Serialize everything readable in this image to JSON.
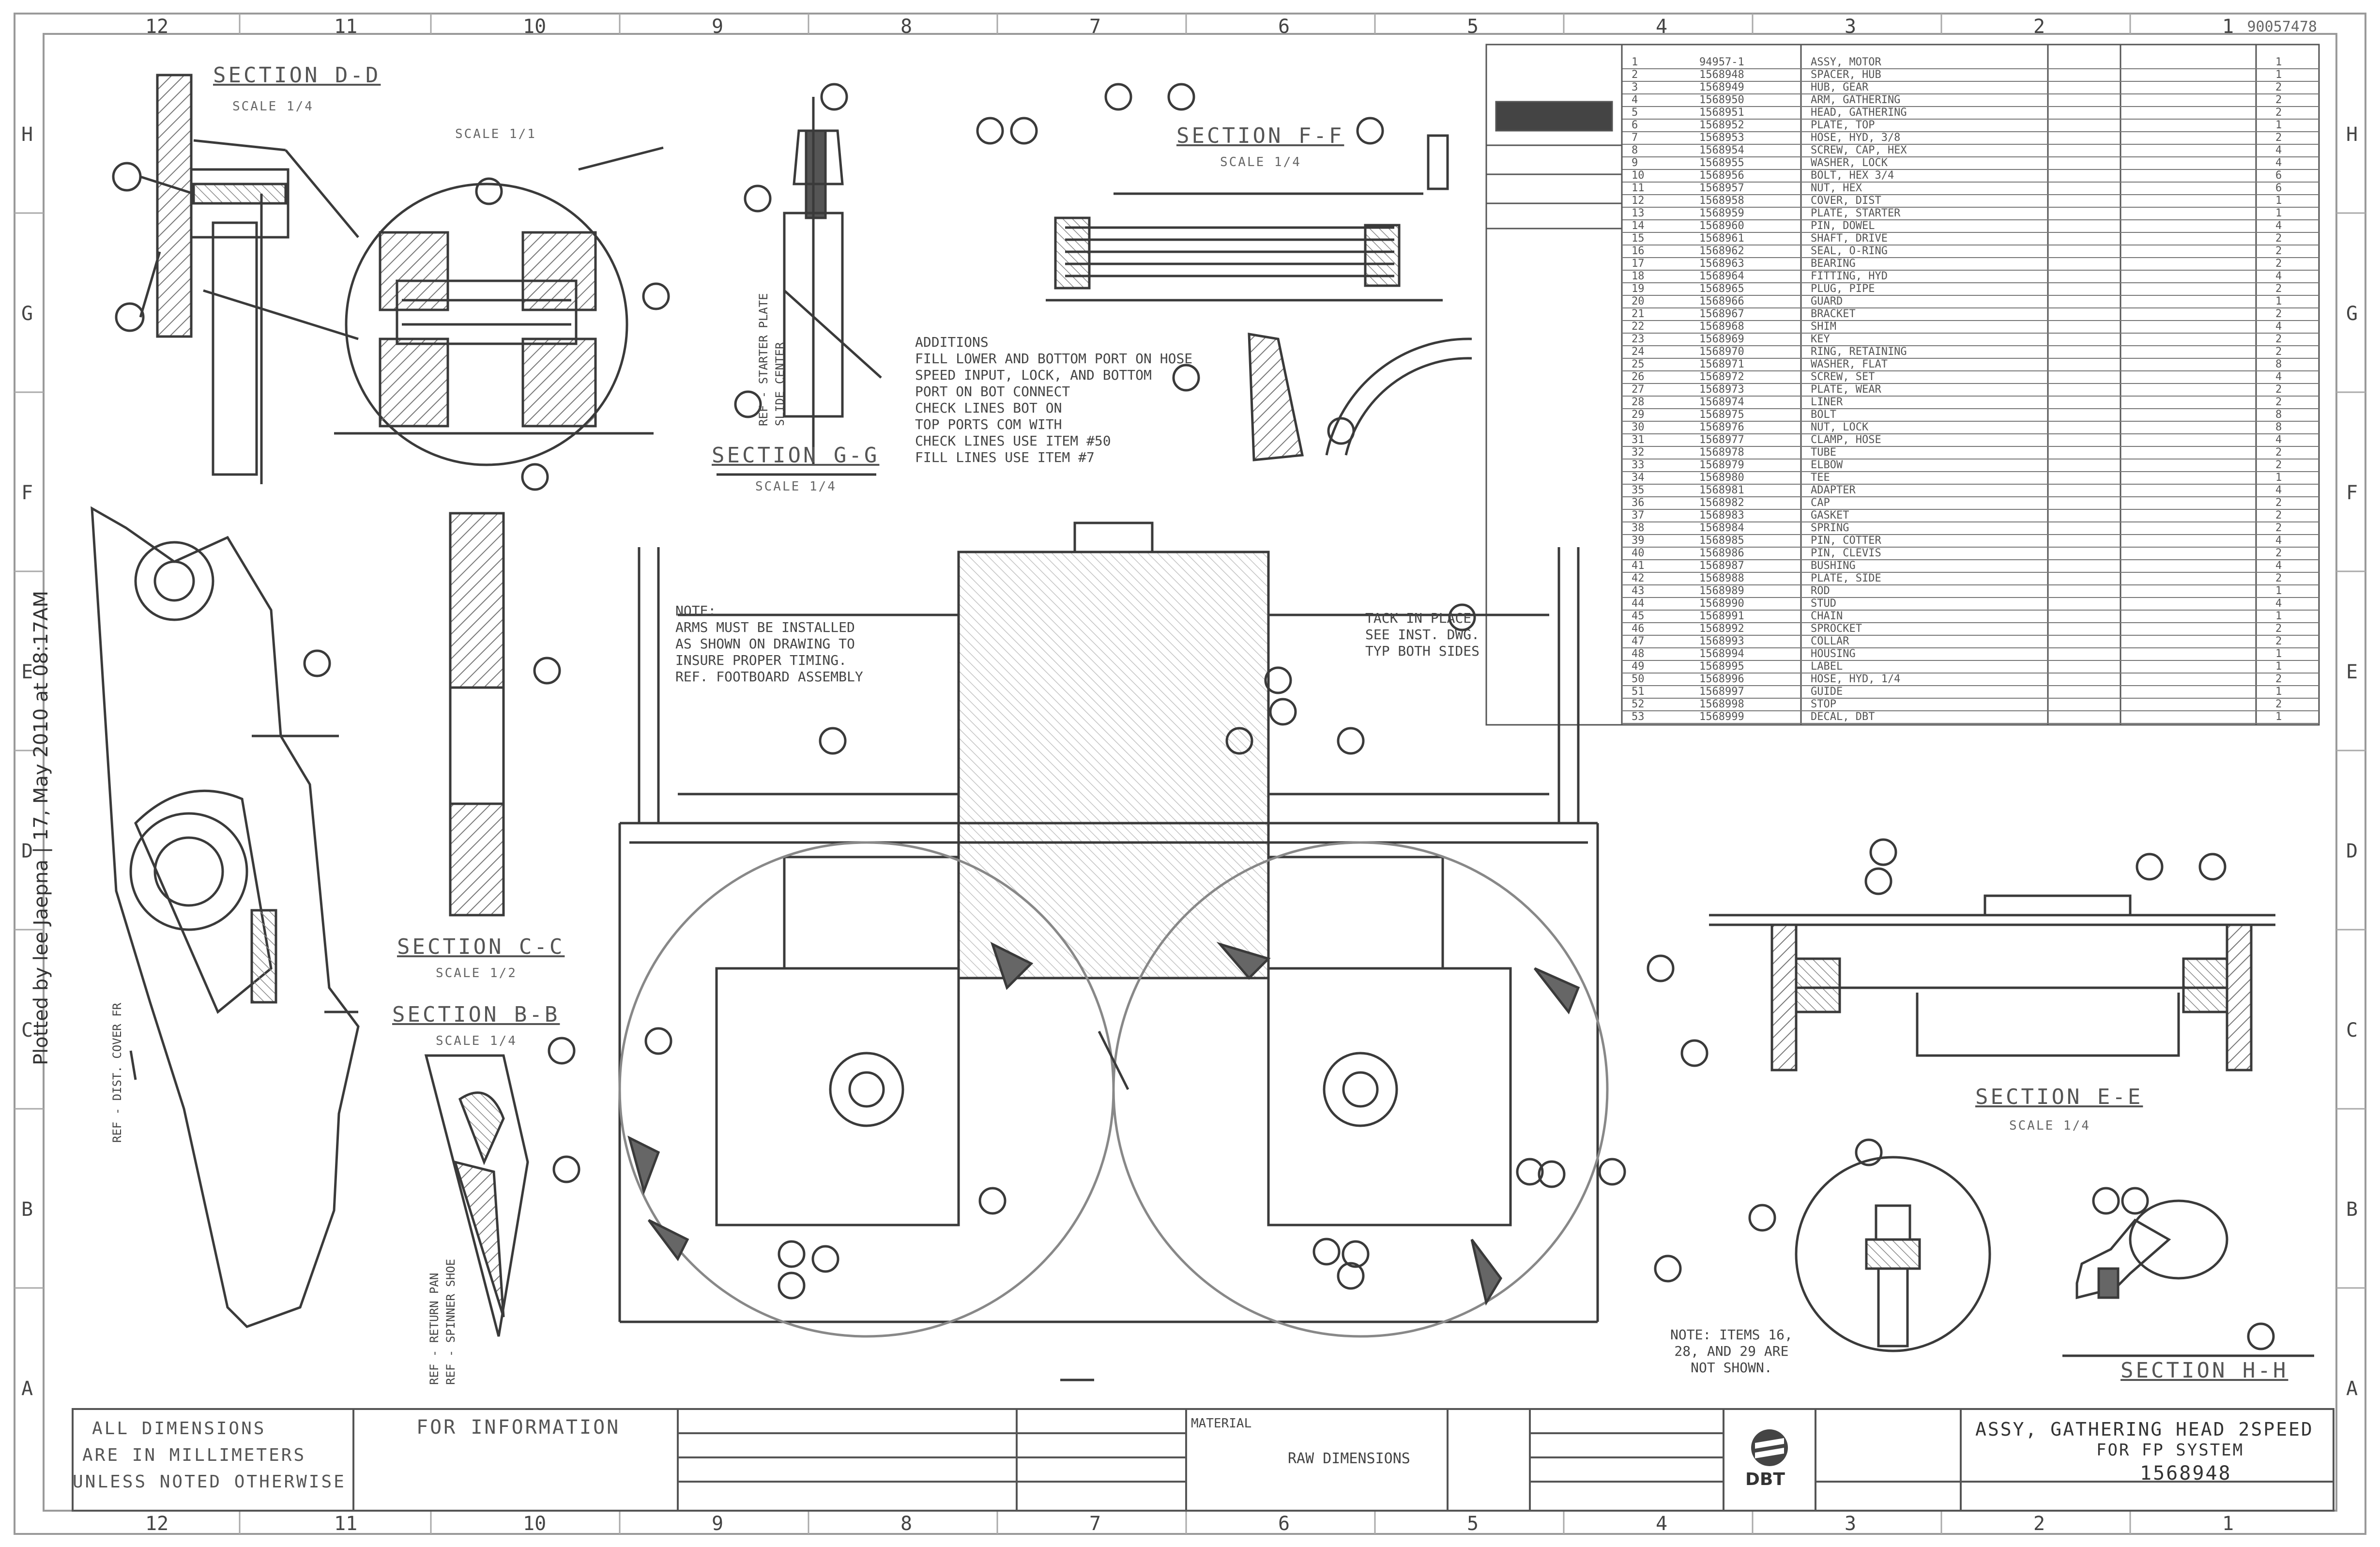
{
  "sheet": {
    "drawing_number": "90057478",
    "plotted_by": "Plotted by lee Jaepna | 17, May 2010 at 08:17AM",
    "columns": [
      "12",
      "11",
      "10",
      "9",
      "8",
      "7",
      "6",
      "5",
      "4",
      "3",
      "2",
      "1"
    ],
    "rows": [
      "H",
      "G",
      "F",
      "E",
      "D",
      "C",
      "B",
      "A"
    ]
  },
  "sections": [
    {
      "title": "SECTION D-D",
      "scale": "SCALE 1/4"
    },
    {
      "title": "SECTION G-G",
      "scale": "SCALE 1/4"
    },
    {
      "title": "SECTION F-F",
      "scale": "SCALE 1/4"
    },
    {
      "title": "SECTION C-C",
      "scale": "SCALE 1/2"
    },
    {
      "title": "SECTION B-B",
      "scale": "SCALE 1/4"
    },
    {
      "title": "SECTION E-E",
      "scale": "SCALE 1/4"
    },
    {
      "title": "SECTION H-H",
      "scale": ""
    }
  ],
  "detail_scale": "SCALE 1/1",
  "notes": {
    "section_f": "ADDITIONS\nFILL LOWER AND BOTTOM PORT ON HOSE\nSPEED INPUT, LOCK, AND BOTTOM\nPORT ON BOT CONNECT\nCHECK LINES BOT ON\nTOP PORTS COM WITH\nCHECK LINES USE ITEM #50\nFILL LINES USE ITEM #7",
    "arms": "NOTE:\nARMS MUST BE INSTALLED\nAS SHOWN ON DRAWING TO\nINSURE PROPER TIMING.\nREF. FOOTBOARD ASSEMBLY",
    "tack": "TACK IN PLACE\nSEE INST. DWG.\nTYP BOTH SIDES",
    "item_note": "NOTE: ITEMS 16,\n28, AND 29 ARE\nNOT SHOWN.",
    "ref_cover": "REF - DIST. COVER FR",
    "ref_plate": "REF - STARTER PLATE\nSLIDE CENTER",
    "ref_pan": "REF - RETURN PAN\nREF - SPINNER SHOE"
  },
  "bom_rows": [
    [
      "1",
      "94957-1",
      "ASSY, MOTOR",
      "",
      "1"
    ],
    [
      "2",
      "1568948",
      "SPACER, HUB",
      "",
      "1"
    ],
    [
      "3",
      "1568949",
      "HUB, GEAR",
      "",
      "2"
    ],
    [
      "4",
      "1568950",
      "ARM, GATHERING",
      "",
      "2"
    ],
    [
      "5",
      "1568951",
      "HEAD, GATHERING",
      "",
      "2"
    ],
    [
      "6",
      "1568952",
      "PLATE, TOP",
      "",
      "1"
    ],
    [
      "7",
      "1568953",
      "HOSE, HYD, 3/8",
      "",
      "2"
    ],
    [
      "8",
      "1568954",
      "SCREW, CAP, HEX",
      "",
      "4"
    ],
    [
      "9",
      "1568955",
      "WASHER, LOCK",
      "",
      "4"
    ],
    [
      "10",
      "1568956",
      "BOLT, HEX 3/4",
      "",
      "6"
    ],
    [
      "11",
      "1568957",
      "NUT, HEX",
      "",
      "6"
    ],
    [
      "12",
      "1568958",
      "COVER, DIST",
      "",
      "1"
    ],
    [
      "13",
      "1568959",
      "PLATE, STARTER",
      "",
      "1"
    ],
    [
      "14",
      "1568960",
      "PIN, DOWEL",
      "",
      "4"
    ],
    [
      "15",
      "1568961",
      "SHAFT, DRIVE",
      "",
      "2"
    ],
    [
      "16",
      "1568962",
      "SEAL, O-RING",
      "",
      "2"
    ],
    [
      "17",
      "1568963",
      "BEARING",
      "",
      "2"
    ],
    [
      "18",
      "1568964",
      "FITTING, HYD",
      "",
      "4"
    ],
    [
      "19",
      "1568965",
      "PLUG, PIPE",
      "",
      "2"
    ],
    [
      "20",
      "1568966",
      "GUARD",
      "",
      "1"
    ],
    [
      "21",
      "1568967",
      "BRACKET",
      "",
      "2"
    ],
    [
      "22",
      "1568968",
      "SHIM",
      "",
      "4"
    ],
    [
      "23",
      "1568969",
      "KEY",
      "",
      "2"
    ],
    [
      "24",
      "1568970",
      "RING, RETAINING",
      "",
      "2"
    ],
    [
      "25",
      "1568971",
      "WASHER, FLAT",
      "",
      "8"
    ],
    [
      "26",
      "1568972",
      "SCREW, SET",
      "",
      "4"
    ],
    [
      "27",
      "1568973",
      "PLATE, WEAR",
      "",
      "2"
    ],
    [
      "28",
      "1568974",
      "LINER",
      "",
      "2"
    ],
    [
      "29",
      "1568975",
      "BOLT",
      "",
      "8"
    ],
    [
      "30",
      "1568976",
      "NUT, LOCK",
      "",
      "8"
    ],
    [
      "31",
      "1568977",
      "CLAMP, HOSE",
      "",
      "4"
    ],
    [
      "32",
      "1568978",
      "TUBE",
      "",
      "2"
    ],
    [
      "33",
      "1568979",
      "ELBOW",
      "",
      "2"
    ],
    [
      "34",
      "1568980",
      "TEE",
      "",
      "1"
    ],
    [
      "35",
      "1568981",
      "ADAPTER",
      "",
      "4"
    ],
    [
      "36",
      "1568982",
      "CAP",
      "",
      "2"
    ],
    [
      "37",
      "1568983",
      "GASKET",
      "",
      "2"
    ],
    [
      "38",
      "1568984",
      "SPRING",
      "",
      "2"
    ],
    [
      "39",
      "1568985",
      "PIN, COTTER",
      "",
      "4"
    ],
    [
      "40",
      "1568986",
      "PIN, CLEVIS",
      "",
      "2"
    ],
    [
      "41",
      "1568987",
      "BUSHING",
      "",
      "4"
    ],
    [
      "42",
      "1568988",
      "PLATE, SIDE",
      "",
      "2"
    ],
    [
      "43",
      "1568989",
      "ROD",
      "",
      "1"
    ],
    [
      "44",
      "1568990",
      "STUD",
      "",
      "4"
    ],
    [
      "45",
      "1568991",
      "CHAIN",
      "",
      "1"
    ],
    [
      "46",
      "1568992",
      "SPROCKET",
      "",
      "2"
    ],
    [
      "47",
      "1568993",
      "COLLAR",
      "",
      "2"
    ],
    [
      "48",
      "1568994",
      "HOUSING",
      "",
      "1"
    ],
    [
      "49",
      "1568995",
      "LABEL",
      "",
      "1"
    ],
    [
      "50",
      "1568996",
      "HOSE, HYD, 1/4",
      "",
      "2"
    ],
    [
      "51",
      "1568997",
      "GUIDE",
      "",
      "1"
    ],
    [
      "52",
      "1568998",
      "STOP",
      "",
      "2"
    ],
    [
      "53",
      "1568999",
      "DECAL, DBT",
      "",
      "1"
    ]
  ],
  "title_block": {
    "dims_note": [
      "ALL DIMENSIONS",
      "ARE IN MILLIMETERS",
      "UNLESS NOTED OTHERWISE"
    ],
    "status": "FOR INFORMATION",
    "material_label": "MATERIAL",
    "material_value": "RAW DIMENSIONS",
    "company": "DBT",
    "title": "ASSY, GATHERING HEAD 2SPEED",
    "subtitle": "FOR FP SYSTEM",
    "dwg_no": "1568948"
  },
  "colors": {
    "line": "#3a3a3a",
    "light": "#9a9a9a",
    "hatch": "#6a6a6a"
  }
}
